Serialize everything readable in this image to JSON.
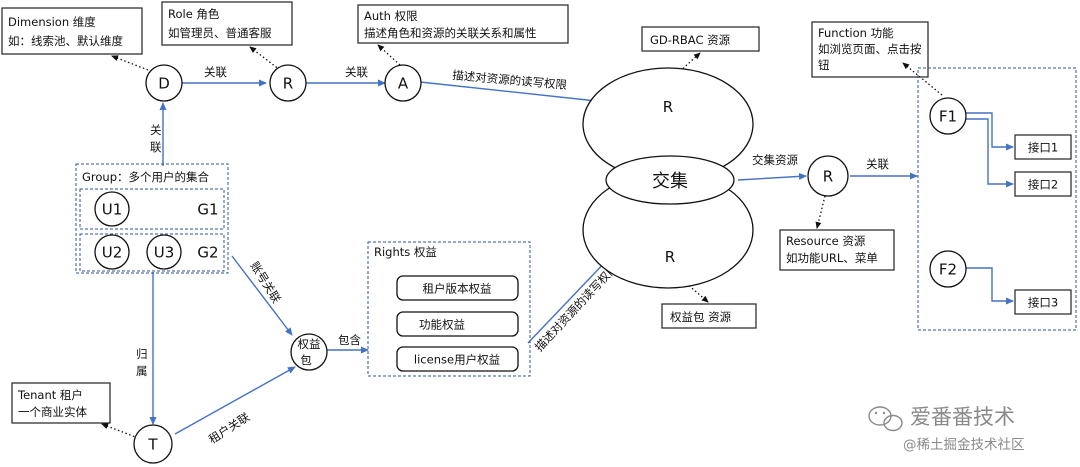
{
  "notes": {
    "dimension": [
      "Dimension 维度",
      "如：线索池、默认维度"
    ],
    "role": [
      "Role 角色",
      "如管理员、普通客服"
    ],
    "auth": [
      "Auth 权限",
      "描述角色和资源的关联关系和属性"
    ],
    "gd_rbac": "GD-RBAC 资源",
    "function": [
      "Function 功能",
      "如浏览页面、点击按",
      "钮"
    ],
    "resource": [
      "Resource 资源",
      "如功能URL、菜单"
    ],
    "rights_pkg_resource": "权益包 资源",
    "tenant": [
      "Tenant 租户",
      "一个商业实体"
    ]
  },
  "nodes": {
    "D": "D",
    "R_role": "R",
    "A": "A",
    "R_top": "R",
    "R_bottom": "R",
    "intersection": "交集",
    "R_resource": "R",
    "F1": "F1",
    "F2": "F2",
    "U1": "U1",
    "U2": "U2",
    "U3": "U3",
    "rights_pkg": [
      "权益",
      "包"
    ],
    "T": "T"
  },
  "group": {
    "title": "Group：多个用户的集合",
    "g1": "G1",
    "g2": "G2"
  },
  "rights": {
    "title": "Rights 权益",
    "items": [
      "租户版本权益",
      "功能权益",
      "license用户权益"
    ]
  },
  "interfaces": [
    "接口1",
    "接口2",
    "接口3"
  ],
  "edge_labels": {
    "d_r": "关联",
    "r_a": "关联",
    "group_d": [
      "关",
      "联"
    ],
    "a_rw": "描述对资源的读写权限",
    "intersect_resource": "交集资源",
    "resource_func": "关联",
    "account_link": "账号关联",
    "belong": [
      "归",
      "属"
    ],
    "contain": "包含",
    "tenant_link": "租户关联",
    "rights_rw": "描述对资源的读写权限"
  },
  "watermark": {
    "line1": "爱番番技术",
    "line2": "@稀土掘金技术社区"
  }
}
